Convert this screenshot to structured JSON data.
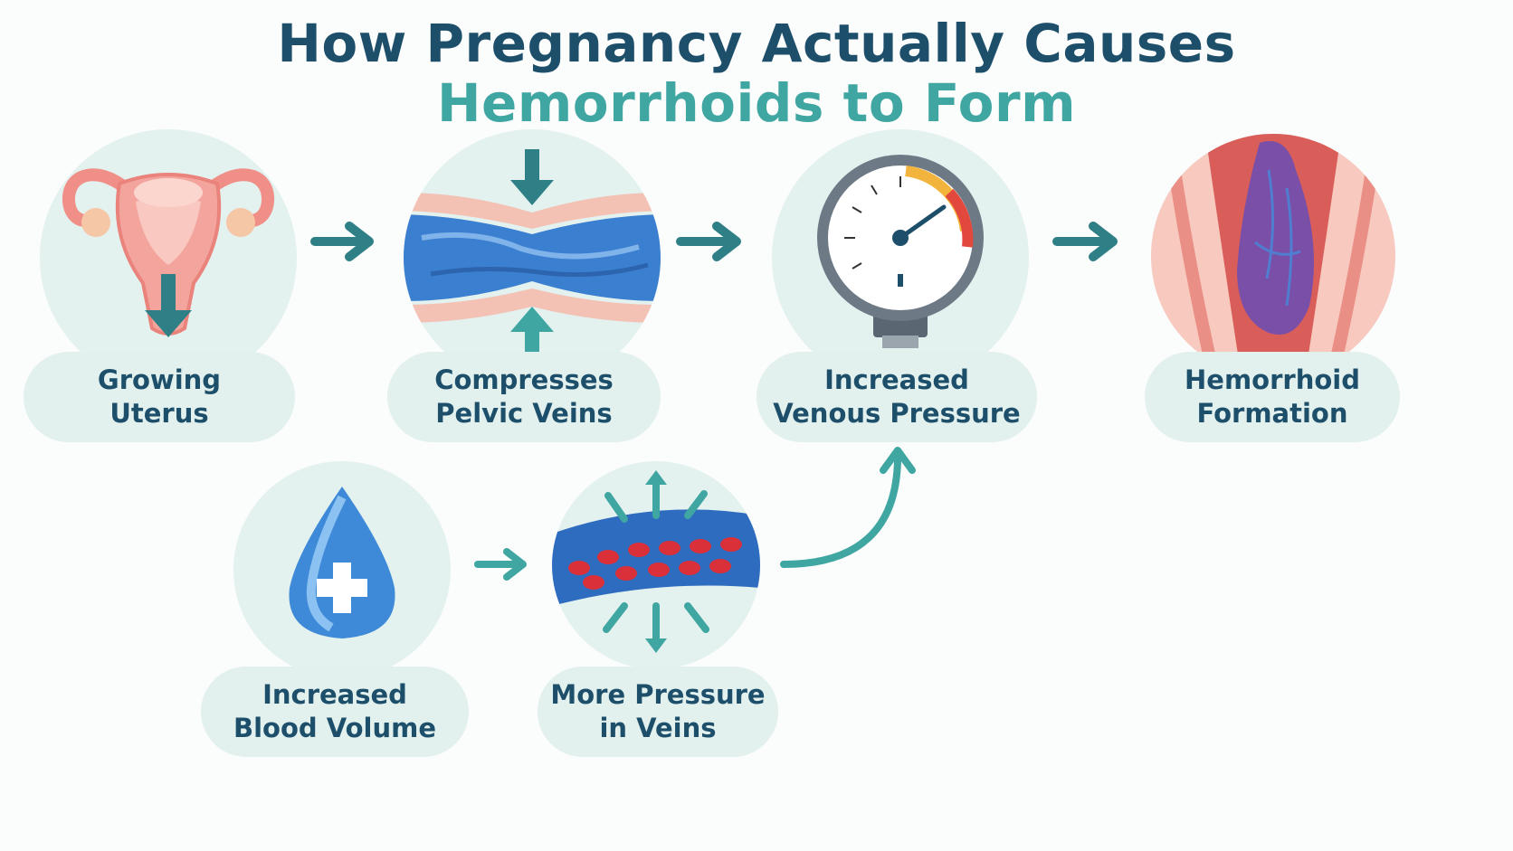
{
  "title": {
    "line1": "How Pregnancy Actually Causes",
    "line2": "Hemorrhoids to Form"
  },
  "steps": [
    {
      "line1": "Growing",
      "line2": "Uterus",
      "icon": "uterus-icon"
    },
    {
      "line1": "Compresses",
      "line2": "Pelvic Veins",
      "icon": "compressed-vein-icon"
    },
    {
      "line1": "Increased",
      "line2": "Venous Pressure",
      "icon": "pressure-gauge-icon"
    },
    {
      "line1": "Hemorrhoid",
      "line2": "Formation",
      "icon": "hemorrhoid-icon"
    },
    {
      "line1": "Increased",
      "line2": "Blood Volume",
      "icon": "blood-drop-plus-icon"
    },
    {
      "line1": "More Pressure",
      "line2": "in Veins",
      "icon": "pressurized-vein-icon"
    }
  ],
  "colors": {
    "title_dark": "#1d4f6b",
    "title_teal": "#3fa6a2",
    "arrow": "#2f7f86",
    "circle_bg": "#e3f1ef",
    "label_bg": "#e2f0ee"
  }
}
